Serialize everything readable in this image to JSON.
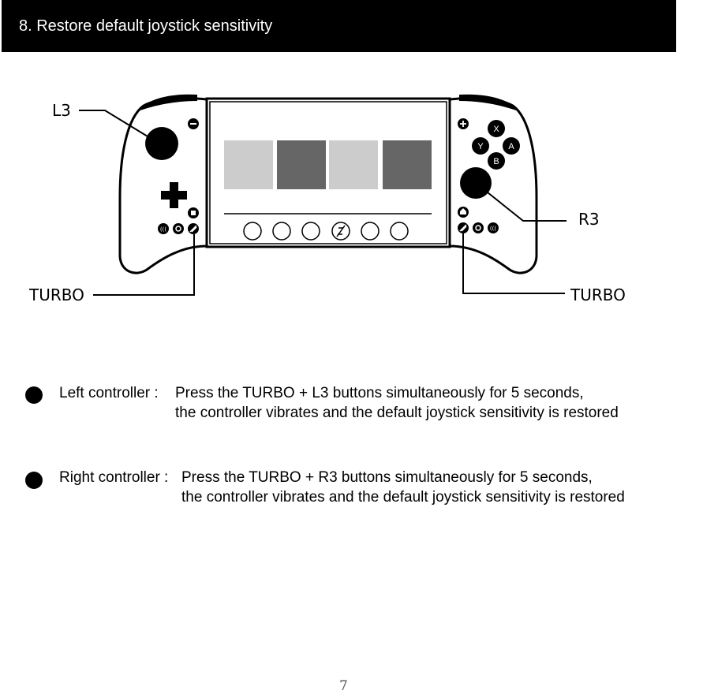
{
  "header": {
    "title": "8. Restore default joystick sensitivity"
  },
  "diagram": {
    "callouts": {
      "l3": "L3",
      "r3": "R3",
      "turbo_left": "TURBO",
      "turbo_right": "TURBO"
    },
    "face_buttons": {
      "x": "X",
      "y": "Y",
      "a": "A",
      "b": "B"
    },
    "screen_tiles": [
      {
        "color": "#cccccc"
      },
      {
        "color": "#666666"
      },
      {
        "color": "#cccccc"
      },
      {
        "color": "#666666"
      }
    ]
  },
  "instructions": [
    {
      "label": "Left controller :",
      "line1": "Press the TURBO + L3 buttons simultaneously for 5 seconds,",
      "line2": "the controller vibrates and the default joystick sensitivity is restored"
    },
    {
      "label": "Right controller :",
      "line1": "Press the TURBO + R3 buttons simultaneously for 5 seconds,",
      "line2": "the controller vibrates  and the default joystick sensitivity is restored"
    }
  ],
  "footer": {
    "page_number": "7"
  }
}
